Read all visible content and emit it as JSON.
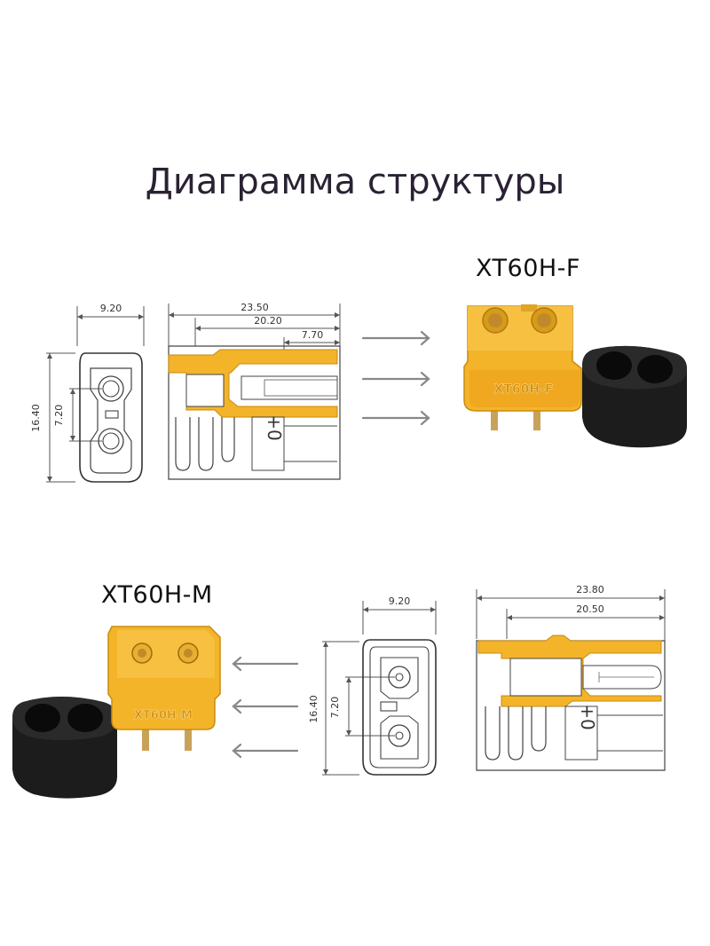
{
  "title": "Диаграмма структуры",
  "female": {
    "label": "XT60H-F",
    "marking": "XT60H-F",
    "front_view": {
      "width": "9.20",
      "height": "16.40",
      "pin_pitch": "7.20"
    },
    "side_view": {
      "total_length": "23.50",
      "body_length": "20.20",
      "socket_depth": "7.70",
      "polarity": "+0"
    }
  },
  "male": {
    "label": "XT60H-M",
    "marking": "XT60H-M",
    "front_view": {
      "width": "9.20",
      "height": "16.40",
      "pin_pitch": "7.20"
    },
    "side_view": {
      "total_length": "23.80",
      "body_length": "20.50",
      "polarity": "+0"
    }
  },
  "colors": {
    "housing": "#f4b42a",
    "housing_dark": "#d48f10",
    "cap": "#1c1c1c",
    "line": "#555555",
    "arrow": "#888888"
  }
}
